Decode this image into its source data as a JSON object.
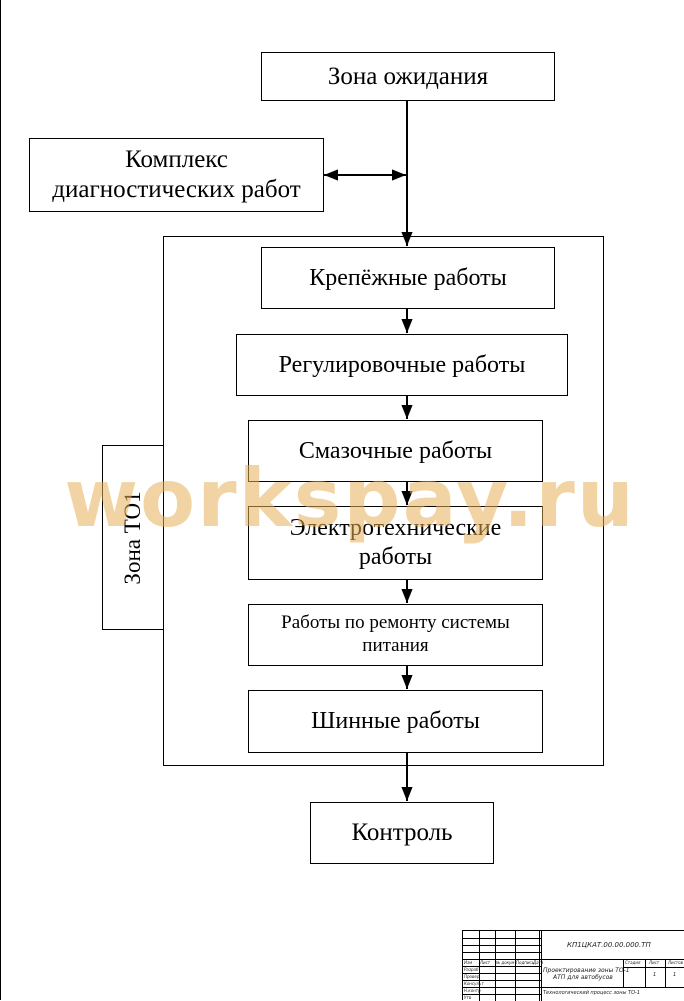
{
  "diagram": {
    "waiting_zone": "Зона ожидания",
    "diagnostics": [
      "Комплекс",
      "диагностических работ"
    ],
    "zone_label": "Зона ТО1",
    "steps": [
      [
        "Крепёжные работы"
      ],
      [
        "Регулировочные работы"
      ],
      [
        "Смазочные работы"
      ],
      [
        "Электротехнические",
        "работы"
      ],
      [
        "Работы по ремонту системы",
        "питания"
      ],
      [
        "Шинные работы"
      ]
    ],
    "control": "Контроль"
  },
  "watermark": "workspay.ru",
  "title_block": {
    "doc_code": "КП1ЦКАТ.00.00.000.ТП",
    "project": [
      "Проектирование зоны ТО-1",
      "АТП для автобусов"
    ],
    "sheet_title": "Технологический процесс зоны ТО-1",
    "col_headers": [
      "Изм",
      "Лист",
      "№ докум",
      "Подпись",
      "Дата"
    ],
    "row_labels": [
      "Разраб",
      "Провер",
      "Консульт",
      "Н.контр",
      "Утв"
    ],
    "stage_headers": [
      "Стадия",
      "Лист",
      "Листов"
    ],
    "stage_values": [
      "",
      "1",
      "1"
    ]
  }
}
